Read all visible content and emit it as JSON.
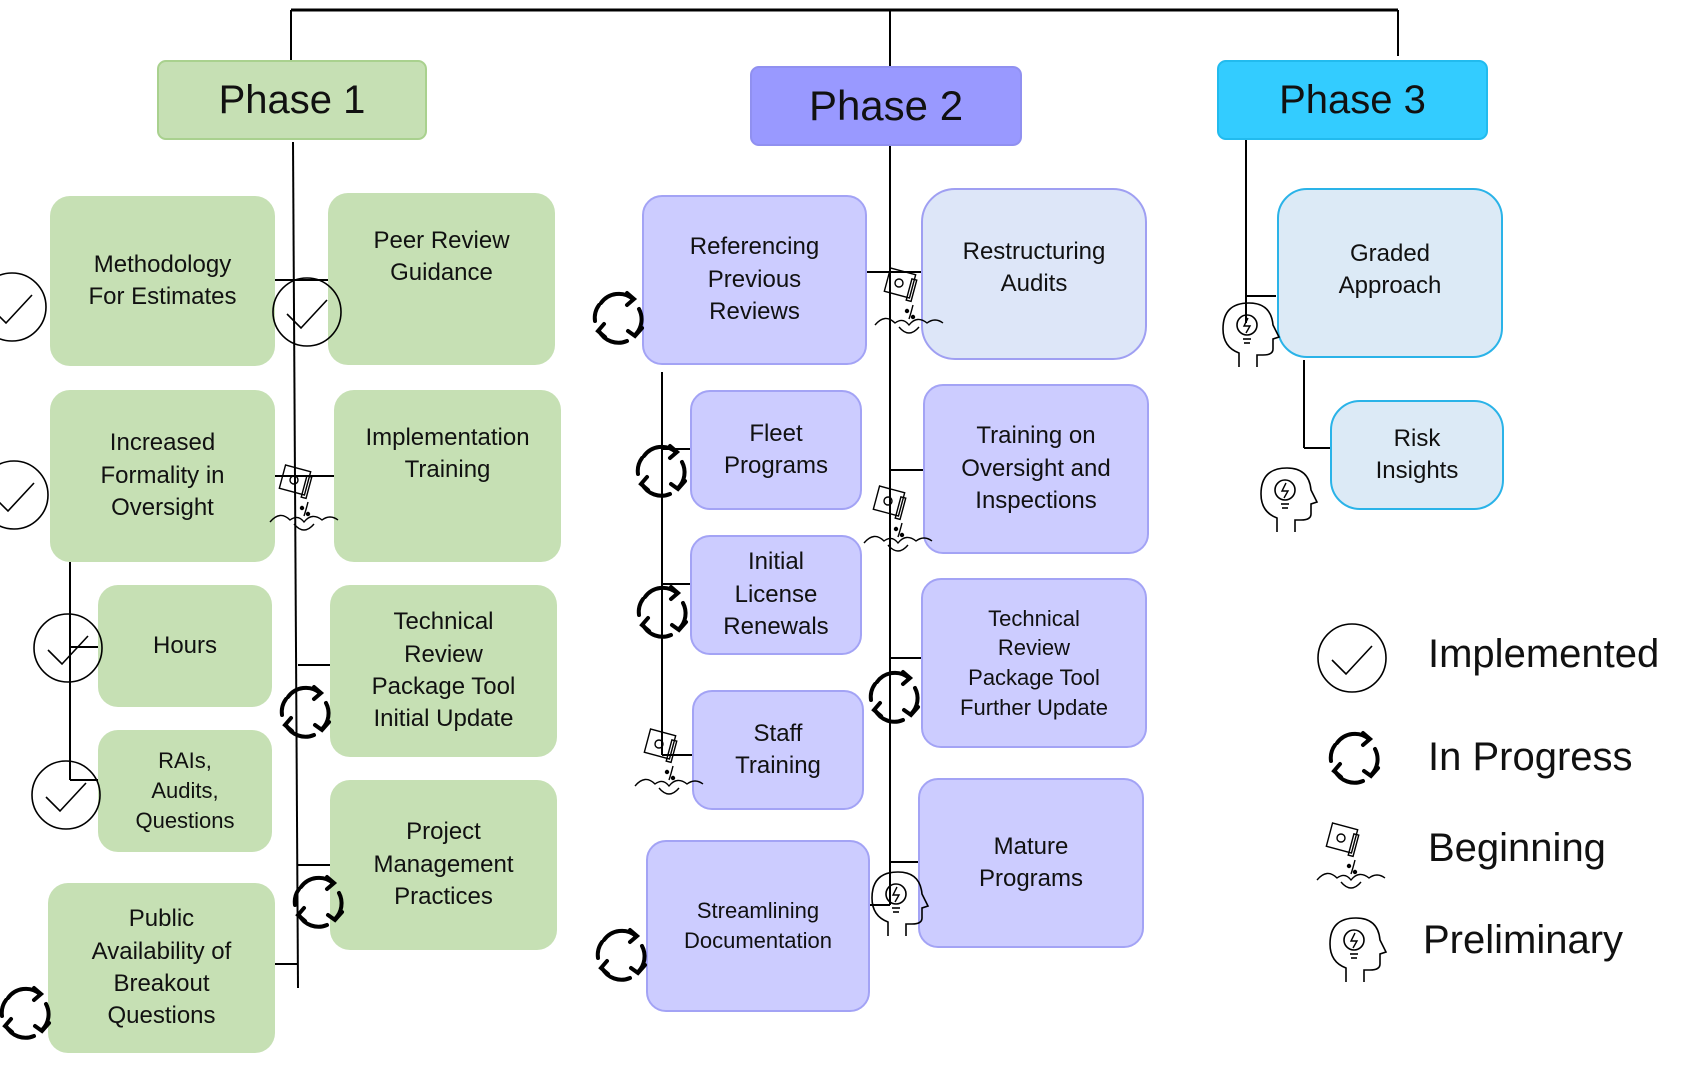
{
  "phases": [
    {
      "label": "Phase 1",
      "color": "#c6e0b4"
    },
    {
      "label": "Phase 2",
      "color": "#9999ff"
    },
    {
      "label": "Phase 3",
      "color": "#33ccff"
    }
  ],
  "colors": {
    "green": "#c6e0b4",
    "lavender": "#ccccff",
    "cyan": "#2ab3e8",
    "line": "#000000"
  },
  "phase1": {
    "items": [
      {
        "text": "Methodology\nFor Estimates",
        "status": "check-icon"
      },
      {
        "text": "Increased\nFormality in\nOversight",
        "status": "check-icon"
      },
      {
        "text": "Hours",
        "status": "check-icon"
      },
      {
        "text": "RAIs,\nAudits,\nQuestions",
        "status": "check-icon"
      },
      {
        "text": "Public\nAvailability of\nBreakout\nQuestions",
        "status": "cycle-icon"
      },
      {
        "text": "Peer Review\nGuidance",
        "status": "check-icon"
      },
      {
        "text": "Implementation\nTraining",
        "status": "seed-icon"
      },
      {
        "text": "Technical\nReview\nPackage Tool\nInitial Update",
        "status": "cycle-icon"
      },
      {
        "text": "Project\nManagement\nPractices",
        "status": "cycle-icon"
      }
    ]
  },
  "phase2": {
    "items": [
      {
        "text": "Referencing\nPrevious\nReviews",
        "status": "cycle-icon"
      },
      {
        "text": "Fleet\nPrograms",
        "status": "cycle-icon"
      },
      {
        "text": "Initial\nLicense\nRenewals",
        "status": "cycle-icon"
      },
      {
        "text": "Staff\nTraining",
        "status": "seed-icon"
      },
      {
        "text": "Streamlining\nDocumentation",
        "status": "cycle-icon"
      },
      {
        "text": "Restructuring\nAudits",
        "status": "seed-icon"
      },
      {
        "text": "Training on\nOversight and\nInspections",
        "status": "seed-icon"
      },
      {
        "text": "Technical\nReview\nPackage Tool\nFurther Update",
        "status": "cycle-icon"
      },
      {
        "text": "Mature\nPrograms",
        "status": "head-icon"
      }
    ]
  },
  "phase3": {
    "items": [
      {
        "text": "Graded\nApproach",
        "status": "head-icon"
      },
      {
        "text": "Risk\nInsights",
        "status": "head-icon"
      }
    ]
  },
  "legend": [
    {
      "label": "Implemented",
      "icon": "check-icon"
    },
    {
      "label": "In Progress",
      "icon": "cycle-icon"
    },
    {
      "label": "Beginning",
      "icon": "seed-icon"
    },
    {
      "label": "Preliminary",
      "icon": "head-icon"
    }
  ]
}
